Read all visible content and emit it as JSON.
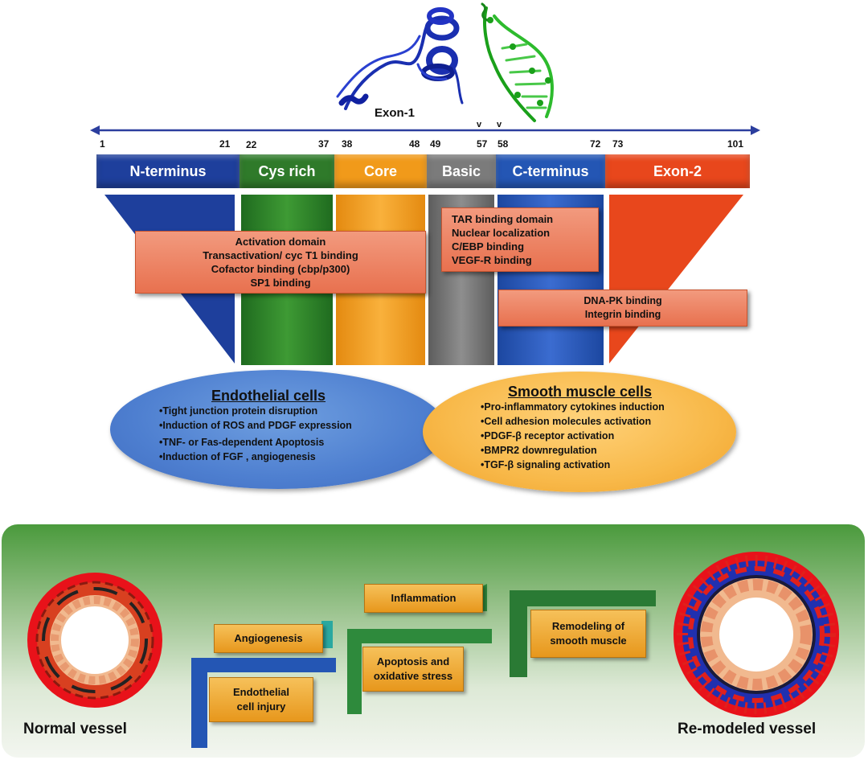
{
  "top": {
    "exon1_label": "Exon-1",
    "cut_marks": [
      "v",
      "v"
    ]
  },
  "positions": [
    "1",
    "21",
    "22",
    "37",
    "38",
    "48",
    "49",
    "57",
    "58",
    "72",
    "73",
    "101"
  ],
  "domains": [
    {
      "label": "N-terminus",
      "color": "#1e3f9c"
    },
    {
      "label": "Cys rich",
      "color": "#2f7a2a"
    },
    {
      "label": "Core",
      "color": "#f19a1a"
    },
    {
      "label": "Basic",
      "color": "#7b7b7b"
    },
    {
      "label": "C-terminus",
      "color": "#2456b4"
    },
    {
      "label": "Exon-2",
      "color": "#e8471c"
    }
  ],
  "function_boxes": {
    "activation": [
      "Activation domain",
      "Transactivation/ cyc T1 binding",
      "Cofactor binding (cbp/p300)",
      "SP1 binding"
    ],
    "tar": [
      "TAR binding domain",
      "Nuclear localization",
      "C/EBP binding",
      "VEGF-R binding"
    ],
    "dnapk": [
      "DNA-PK binding",
      "Integrin binding"
    ]
  },
  "endothelial": {
    "title": "Endothelial cells",
    "items": [
      "•Tight junction protein disruption",
      "•Induction of ROS  and  PDGF expression",
      "•TNF- or Fas-dependent Apoptosis",
      "•Induction of FGF , angiogenesis"
    ]
  },
  "smooth_muscle": {
    "title": "Smooth muscle cells",
    "items": [
      "•Pro-inflammatory cytokines induction",
      "•Cell adhesion molecules activation",
      "•PDGF-β receptor activation",
      "•BMPR2 downregulation",
      "•TGF-β signaling activation"
    ]
  },
  "progression": {
    "stages": {
      "angiogenesis": "Angiogenesis",
      "inflammation": "Inflammation",
      "injury": "Endothelial cell injury",
      "apoptosis": "Apoptosis and oxidative stress",
      "remodeling": "Remodeling of smooth muscle"
    },
    "normal_vessel": "Normal vessel",
    "remodeled_vessel": "Re-modeled vessel"
  },
  "colors": {
    "axis": "#2b3e9e",
    "panel_top": "#4a9a3c",
    "stage_fill": "#f0ab30",
    "step_blue": "#2456b4",
    "step_green": "#2e8a3c",
    "vessel_red": "#e8121a"
  }
}
